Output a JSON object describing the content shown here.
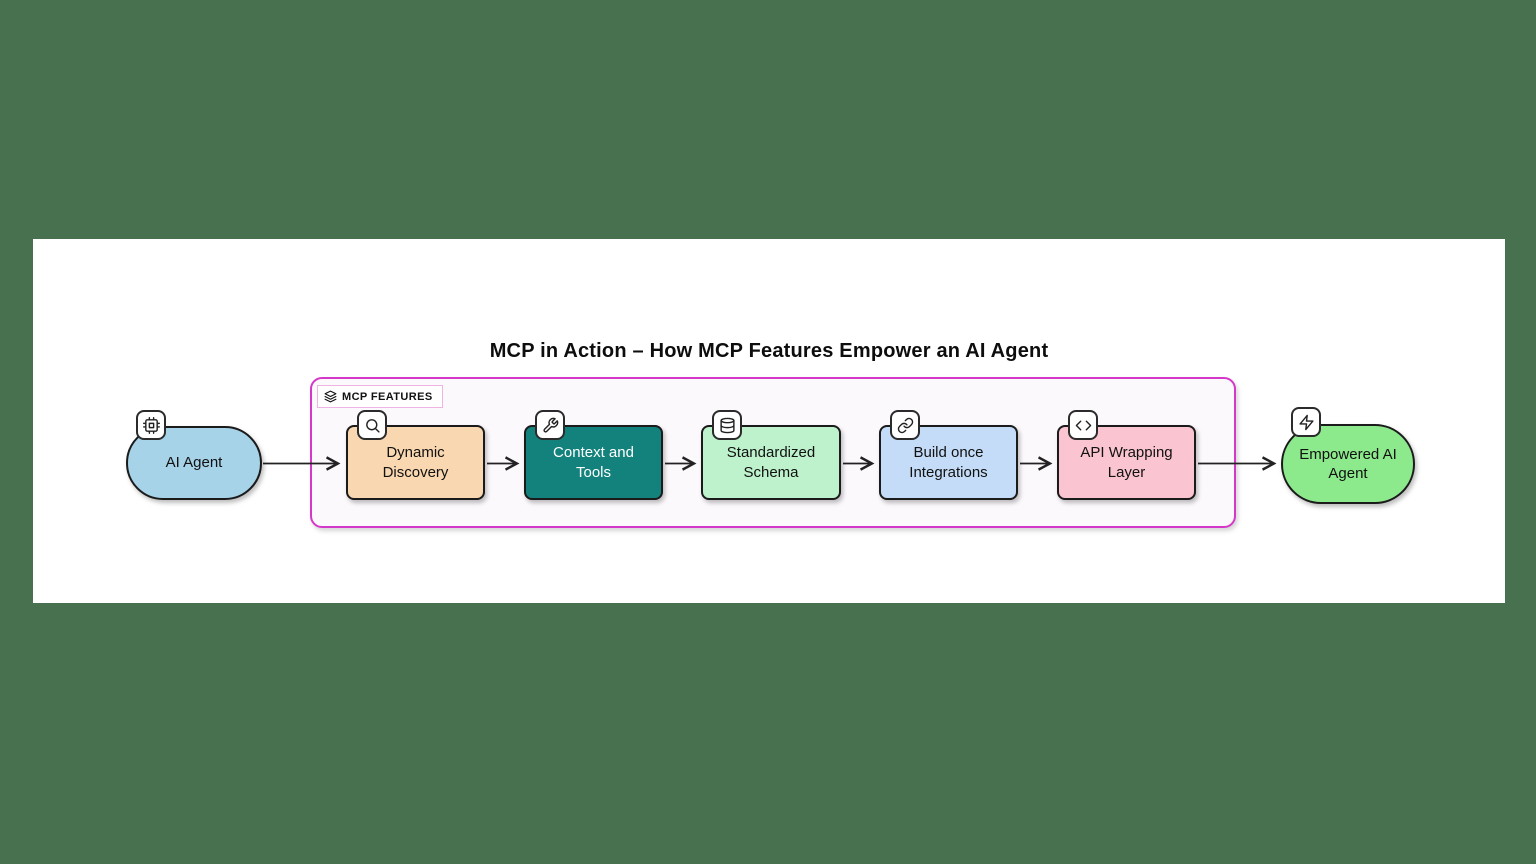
{
  "page": {
    "background_color": "#487150",
    "canvas_color": "#FFFFFF"
  },
  "diagram": {
    "title": "MCP in Action – How MCP Features Empower an AI Agent",
    "container": {
      "label": "MCP FEATURES",
      "icon": "layers-icon",
      "border_color": "#D438C9",
      "fill": "#FCF9FD"
    },
    "nodes": [
      {
        "id": "ai-agent",
        "label": "AI Agent",
        "shape": "stadium",
        "fill": "#A6D3E8",
        "text_color": "#111111",
        "icon": "cpu-chip-icon"
      },
      {
        "id": "dynamic-discovery",
        "label": "Dynamic Discovery",
        "shape": "rounded-rect",
        "fill": "#F9D7B0",
        "text_color": "#111111",
        "icon": "magnifier-icon"
      },
      {
        "id": "context-and-tools",
        "label": "Context and Tools",
        "shape": "rounded-rect",
        "fill": "#14827C",
        "text_color": "#FFFFFF",
        "icon": "wrench-icon"
      },
      {
        "id": "standardized-schema",
        "label": "Standardized Schema",
        "shape": "rounded-rect",
        "fill": "#BEF2CD",
        "text_color": "#111111",
        "icon": "database-icon"
      },
      {
        "id": "build-once-integrations",
        "label": "Build once Integrations",
        "shape": "rounded-rect",
        "fill": "#C4DCF7",
        "text_color": "#111111",
        "icon": "link-icon"
      },
      {
        "id": "api-wrapping-layer",
        "label": "API Wrapping Layer",
        "shape": "rounded-rect",
        "fill": "#FAC4D0",
        "text_color": "#111111",
        "icon": "code-icon"
      },
      {
        "id": "empowered-ai-agent",
        "label": "Empowered AI Agent",
        "shape": "stadium",
        "fill": "#8CE98C",
        "text_color": "#111111",
        "icon": "lightning-icon"
      }
    ],
    "edges": [
      {
        "from": "ai-agent",
        "to": "dynamic-discovery"
      },
      {
        "from": "dynamic-discovery",
        "to": "context-and-tools"
      },
      {
        "from": "context-and-tools",
        "to": "standardized-schema"
      },
      {
        "from": "standardized-schema",
        "to": "build-once-integrations"
      },
      {
        "from": "build-once-integrations",
        "to": "api-wrapping-layer"
      },
      {
        "from": "api-wrapping-layer",
        "to": "empowered-ai-agent"
      }
    ]
  }
}
